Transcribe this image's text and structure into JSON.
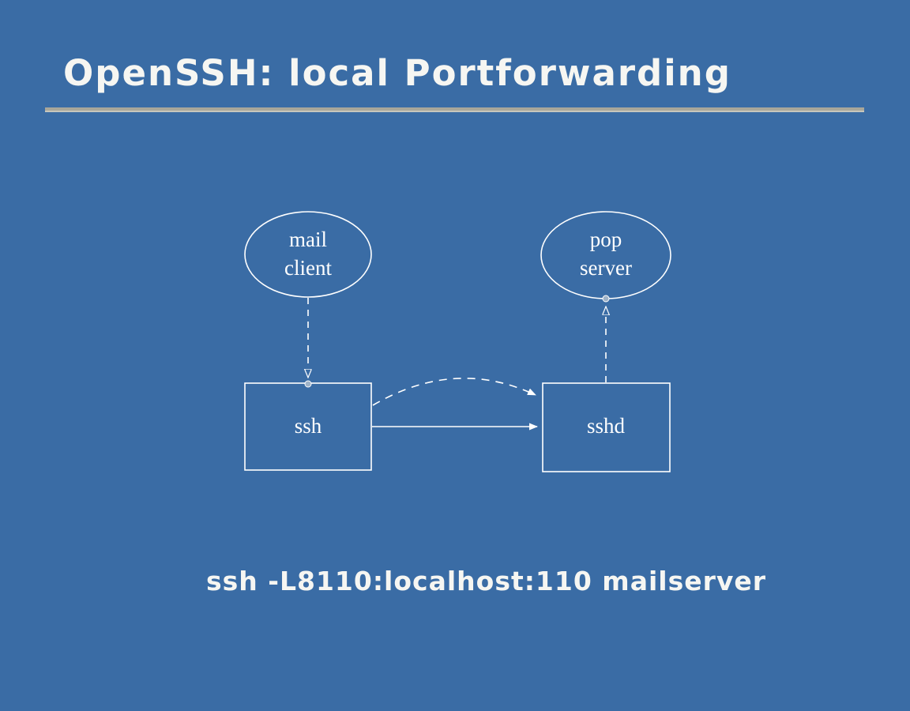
{
  "slide": {
    "title": "OpenSSH: local Portforwarding",
    "command": "ssh -L8110:localhost:110 mailserver"
  },
  "diagram": {
    "mail_client": {
      "line1": "mail",
      "line2": "client"
    },
    "pop_server": {
      "line1": "pop",
      "line2": "server"
    },
    "ssh_box": {
      "label": "ssh"
    },
    "sshd_box": {
      "label": "sshd"
    }
  },
  "colors": {
    "background": "#3a6ca5",
    "stroke": "#ffffff",
    "rule": "#a9a79a"
  }
}
